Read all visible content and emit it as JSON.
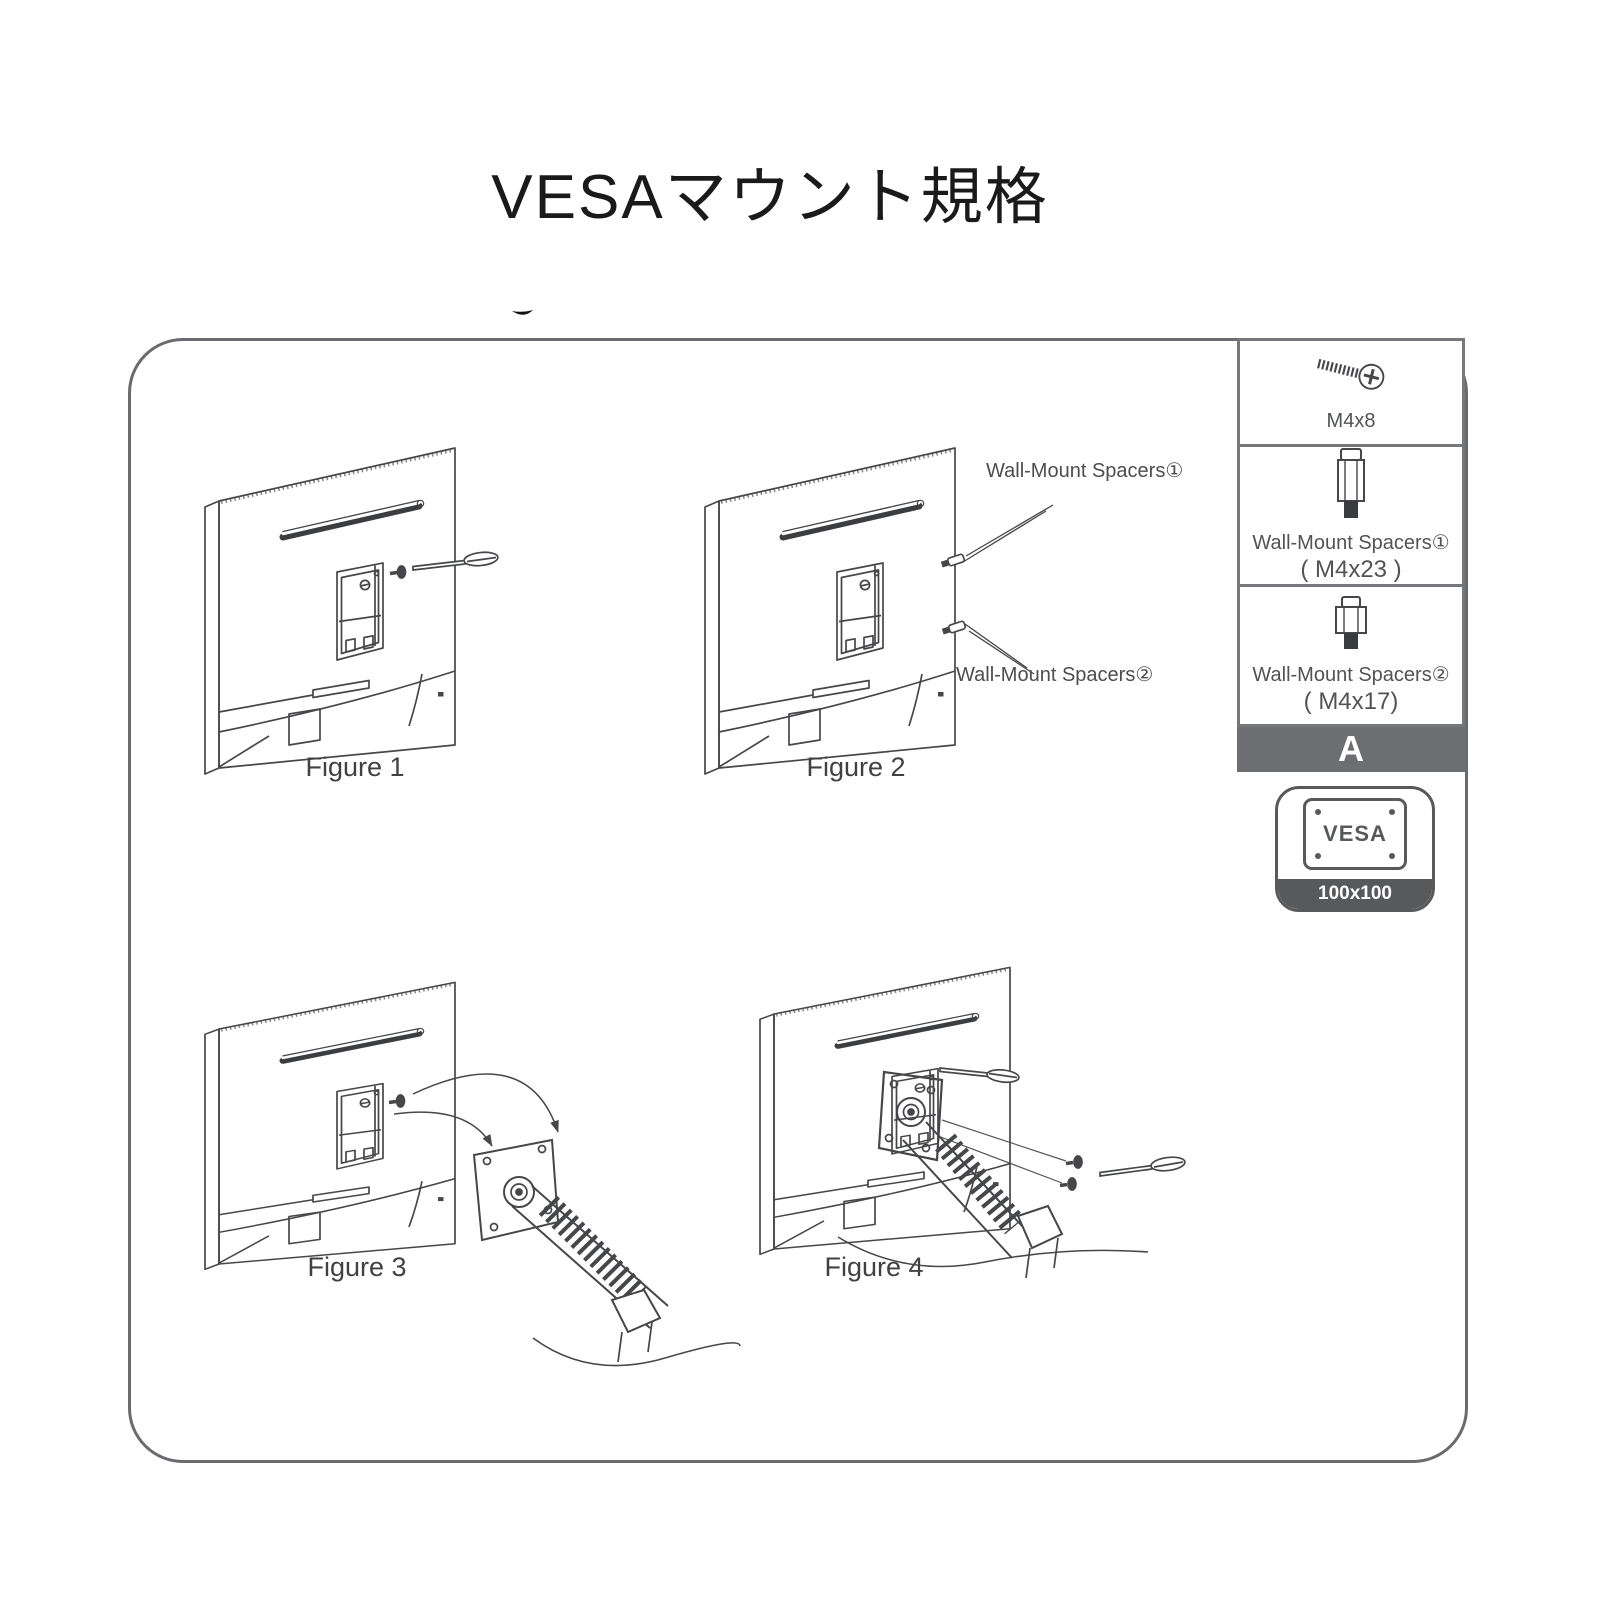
{
  "title": "VESAマウント規格",
  "figures": [
    {
      "id": 1,
      "caption": "Figure 1"
    },
    {
      "id": 2,
      "caption": "Figure 2"
    },
    {
      "id": 3,
      "caption": "Figure 3"
    },
    {
      "id": 4,
      "caption": "Figure 4"
    }
  ],
  "callouts": [
    {
      "label": "Wall-Mount Spacers①"
    },
    {
      "label": "Wall-Mount Spacers②"
    }
  ],
  "parts_table": {
    "rows": [
      {
        "icon": "screw-m4x8-icon",
        "name": "M4x8"
      },
      {
        "icon": "wall-mount-spacer-1-icon",
        "name": "Wall-Mount Spacers①",
        "size": "( M4x23 )"
      },
      {
        "icon": "wall-mount-spacer-2-icon",
        "name": "Wall-Mount Spacers②",
        "size": "( M4x17)"
      }
    ],
    "kit_label": "A"
  },
  "vesa_badge": {
    "label": "VESA",
    "size": "100x100"
  },
  "colors": {
    "line_art": "#46474a",
    "box_border": "#6a6b6e",
    "table_border": "#77787b",
    "banner_bg": "#6d6e71",
    "badge_dark": "#58595b",
    "caption_text": "#404143",
    "title_text": "#1a1a1a"
  }
}
